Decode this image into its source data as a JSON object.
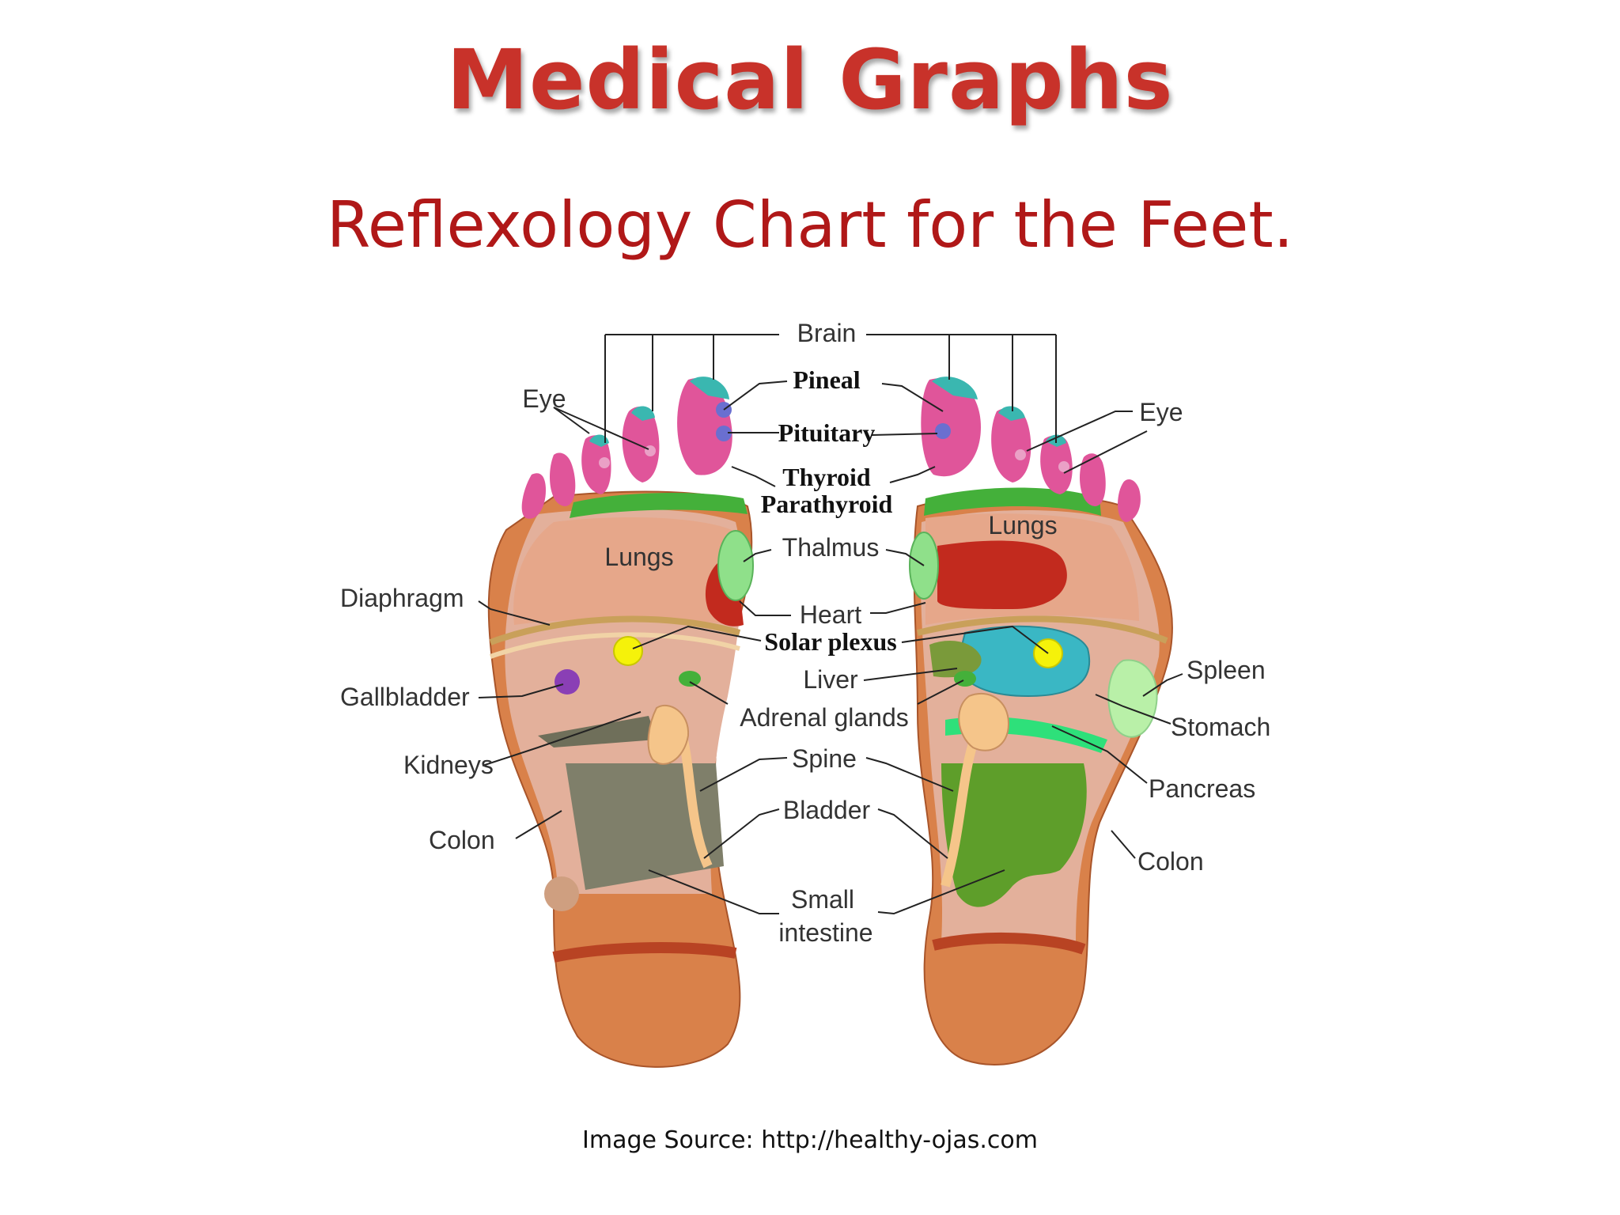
{
  "title": "Medical Graphs",
  "subtitle": "Reflexology Chart for the Feet.",
  "source": "Image Source: http://healthy-ojas.com",
  "labels": {
    "brain": "Brain",
    "pineal": "Pineal",
    "pituitary": "Pituitary",
    "thyroid": "Thyroid",
    "parathyroid": "Parathyroid",
    "thalmus": "Thalmus",
    "heart": "Heart",
    "solar_plexus": "Solar plexus",
    "liver": "Liver",
    "adrenal_glands": "Adrenal glands",
    "spine": "Spine",
    "bladder": "Bladder",
    "small": "Small",
    "intestine": "intestine",
    "eye": "Eye",
    "lungs": "Lungs",
    "diaphragm": "Diaphragm",
    "gallbladder": "Gallbladder",
    "kidneys": "Kidneys",
    "colon": "Colon",
    "spleen": "Spleen",
    "stomach": "Stomach",
    "pancreas": "Pancreas"
  },
  "colors": {
    "title": "#c8322a",
    "subtitle": "#b01818",
    "toe": "#e0559a",
    "toe_tip": "#3ab7b0",
    "foot_orange": "#d9814a",
    "foot_peach": "#e6b39a",
    "neck_green": "#44b03a",
    "thalmus": "#8fe08a",
    "heart_red": "#c22a1e",
    "solar_plexus": "#f5f20a",
    "gallbladder": "#8a3fb5",
    "kidney": "#f5c58a",
    "intestine_gray": "#7f7f6a",
    "intestine_green": "#5e9e2a",
    "stomach": "#3ab7c4",
    "pancreas": "#2ee07a",
    "spleen": "#b9f0a8"
  }
}
